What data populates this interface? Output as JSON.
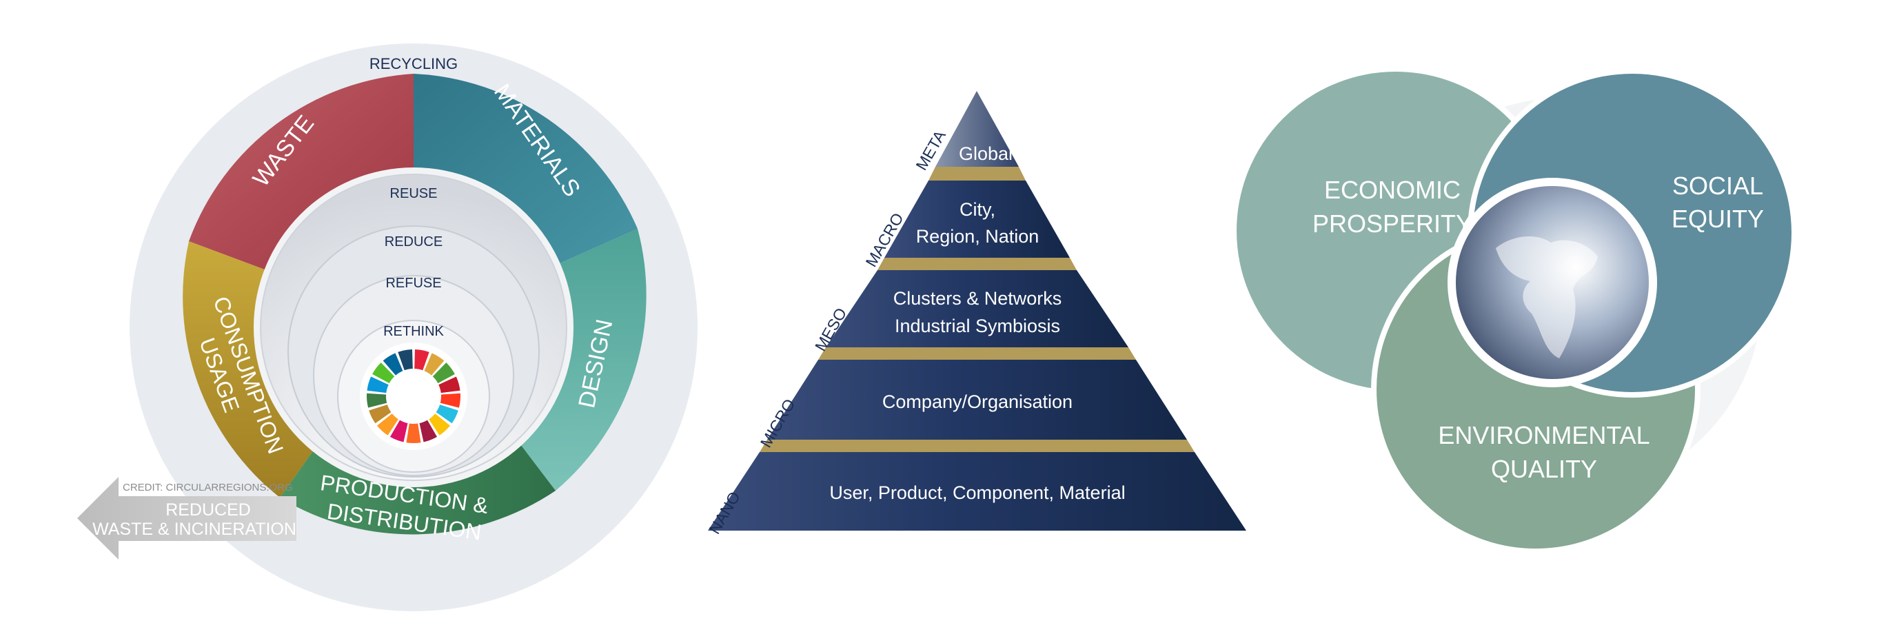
{
  "circular_economy": {
    "outer_label": "RECYCLING",
    "segments": {
      "waste": "WASTE",
      "materials": "MATERIALS",
      "design": "DESIGN",
      "production_line1": "PRODUCTION &",
      "production_line2": "DISTRIBUTION",
      "consumption_line1": "CONSUMPTION",
      "consumption_line2": "USAGE"
    },
    "inner_rings": [
      "REUSE",
      "REDUCE",
      "REFUSE",
      "RETHINK"
    ],
    "arrow": {
      "credit": "CREDIT: CIRCULARREGIONS.ORG",
      "line1": "REDUCED",
      "line2": "WASTE & INCINERATION"
    },
    "sdg_colors": [
      "#e5243b",
      "#dda63a",
      "#4c9f38",
      "#c5192d",
      "#ff3a21",
      "#26bde2",
      "#fcc30b",
      "#a21942",
      "#fd6925",
      "#dd1367",
      "#fd9d24",
      "#bf8b2e",
      "#3f7e44",
      "#0a97d9",
      "#56c02b",
      "#00689d",
      "#19486a"
    ]
  },
  "pyramid": {
    "levels": [
      {
        "side": "META",
        "line1": "Global",
        "line2": ""
      },
      {
        "side": "MACRO",
        "line1": "City,",
        "line2": "Region, Nation"
      },
      {
        "side": "MESO",
        "line1": "Clusters & Networks",
        "line2": "Industrial Symbiosis"
      },
      {
        "side": "MICRO",
        "line1": "Company/Organisation",
        "line2": ""
      },
      {
        "side": "NANO",
        "line1": "User, Product, Component, Material",
        "line2": ""
      }
    ]
  },
  "venn": {
    "economic_line1": "ECONOMIC",
    "economic_line2": "PROSPERITY",
    "social_line1": "SOCIAL",
    "social_line2": "EQUITY",
    "environmental_line1": "ENVIRONMENTAL",
    "environmental_line2": "QUALITY"
  },
  "colors": {
    "waste": "#b04650",
    "materials": "#3a8798",
    "design": "#5aaea4",
    "production": "#3f8459",
    "consumption": "#b5962f",
    "navy": "#1c2e55",
    "gold": "#b39b5a",
    "venn_economic": "#8fb3aa",
    "venn_social": "#5f8d9d",
    "venn_environmental": "#86a895"
  }
}
